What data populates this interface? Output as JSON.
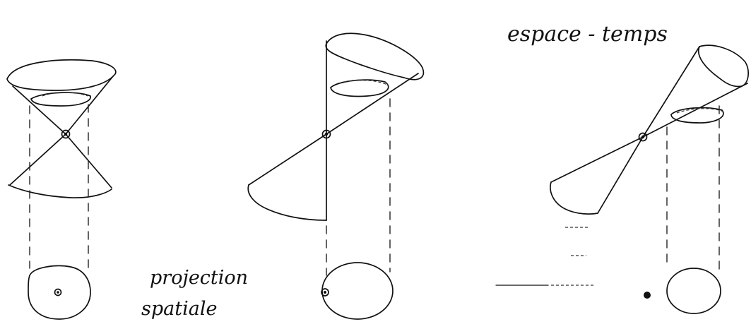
{
  "labels": {
    "projection_line1": "projection",
    "projection_line2": "spatiale",
    "spacetime": "espace - temps"
  },
  "colors": {
    "ink": "#111111",
    "background": "#ffffff"
  }
}
